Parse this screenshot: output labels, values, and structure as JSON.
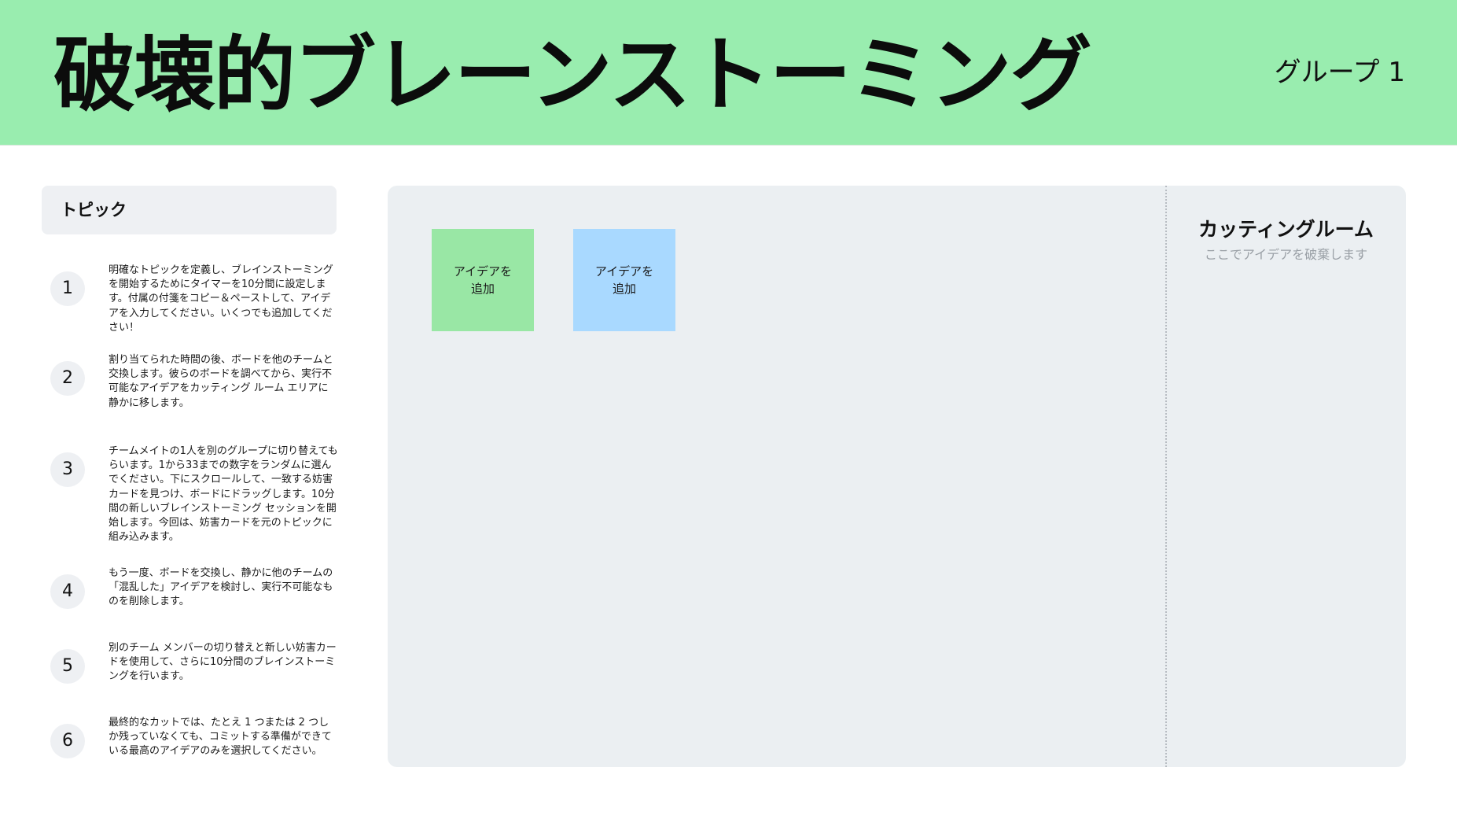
{
  "header": {
    "title": "破壊的ブレーンストーミング",
    "group": "グループ 1"
  },
  "sidebar": {
    "topic_label": "トピック",
    "steps": [
      {
        "number": "1",
        "text": "明確なトピックを定義し、ブレインストーミングを開始するためにタイマーを10分間に設定します。付属の付箋をコピー＆ペーストして、アイデアを入力してください。いくつでも追加してください！"
      },
      {
        "number": "2",
        "text": "割り当てられた時間の後、ボードを他のチームと交換します。彼らのボードを調べてから、実行不可能なアイデアをカッティング ルーム エリアに静かに移します。"
      },
      {
        "number": "3",
        "text": "チームメイトの1人を別のグループに切り替えてもらいます。1から33までの数字をランダムに選んでください。下にスクロールして、一致する妨害カードを見つけ、ボードにドラッグします。10分間の新しいブレインストーミング セッションを開始します。今回は、妨害カードを元のトピックに組み込みます。"
      },
      {
        "number": "4",
        "text": "もう一度、ボードを交換し、静かに他のチームの「混乱した」アイデアを検討し、実行不可能なものを削除します。"
      },
      {
        "number": "5",
        "text": "別のチーム メンバーの切り替えと新しい妨害カードを使用して、さらに10分間のブレインストーミングを行います。"
      },
      {
        "number": "6",
        "text": "最終的なカットでは、たとえ 1 つまたは 2 つしか残っていなくても、コミットする準備ができている最高のアイデアのみを選択してください。"
      }
    ]
  },
  "board": {
    "stickies": [
      {
        "label": "アイデアを\n追加",
        "color": "#99e7a5"
      },
      {
        "label": "アイデアを\n追加",
        "color": "#a9d9ff"
      }
    ],
    "cutting_room": {
      "title": "カッティングルーム",
      "subtitle": "ここでアイデアを破棄します"
    }
  },
  "colors": {
    "header_bg": "#99edaf",
    "panel_bg": "#ebeff2",
    "topic_bg": "#eef0f3"
  }
}
